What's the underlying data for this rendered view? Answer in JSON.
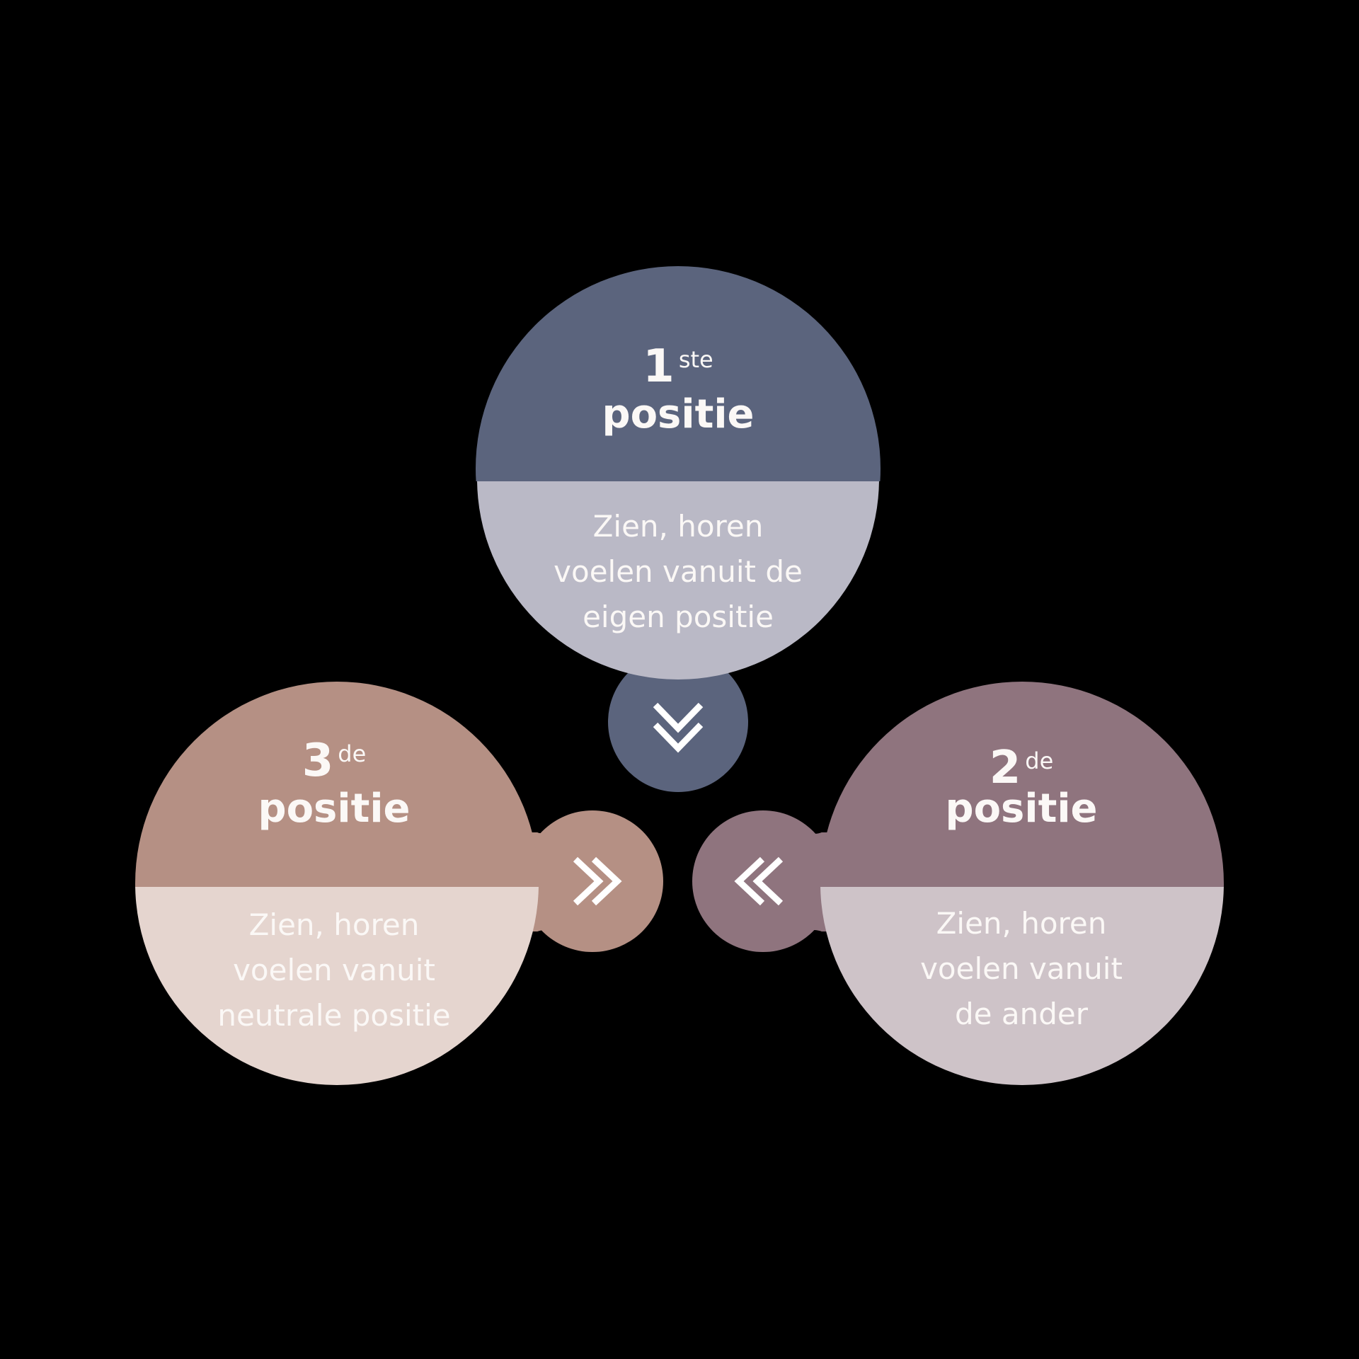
{
  "diagram": {
    "type": "cycle",
    "background": "#000000",
    "nodes": [
      {
        "id": "first",
        "number": "1",
        "suffix": "ste",
        "label": "positie",
        "description_lines": [
          "Zien, horen",
          "voelen vanuit de",
          "eigen positie"
        ],
        "colors": {
          "header": "#5B647D",
          "body": "#BAB9C6"
        }
      },
      {
        "id": "second",
        "number": "2",
        "suffix": "de",
        "label": "positie",
        "description_lines": [
          "Zien, horen",
          "voelen vanuit",
          "de ander"
        ],
        "colors": {
          "header": "#8F747E",
          "body": "#CEC3C8"
        }
      },
      {
        "id": "third",
        "number": "3",
        "suffix": "de",
        "label": "positie",
        "description_lines": [
          "Zien, horen",
          "voelen vanuit",
          "neutrale positie"
        ],
        "colors": {
          "header": "#B59084",
          "body": "#E5D5CF"
        }
      }
    ],
    "connectors": [
      {
        "from": "first",
        "icon": "double-chevron-down-icon",
        "color": "#5B647D"
      },
      {
        "from": "third",
        "icon": "double-chevron-right-icon",
        "color": "#B59084"
      },
      {
        "from": "second",
        "icon": "double-chevron-left-icon",
        "color": "#8F747E"
      }
    ],
    "text_color": "#FBF8F6"
  }
}
